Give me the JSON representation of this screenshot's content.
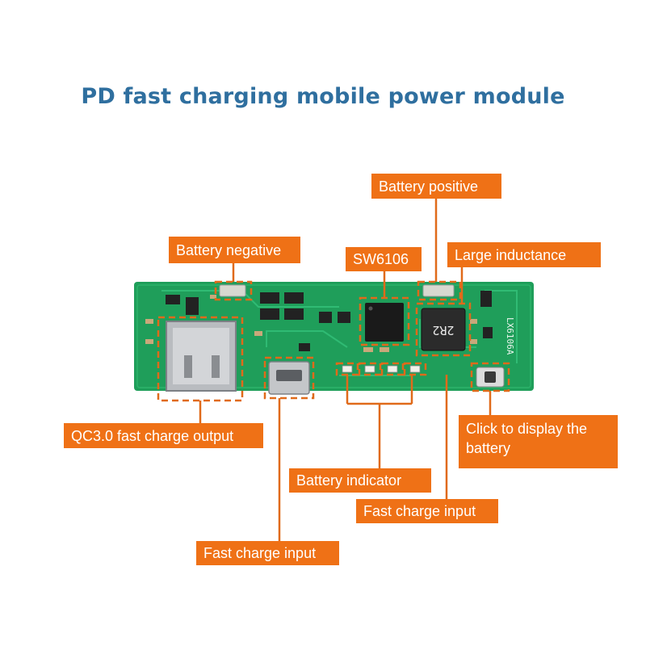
{
  "title": "PD fast charging mobile power module",
  "labels": {
    "battery_positive": "Battery positive",
    "battery_negative": "Battery negative",
    "chip": "SW6106",
    "large_inductance": "Large inductance",
    "qc_output": "QC3.0 fast charge output",
    "click_display": "Click to display the battery",
    "battery_indicator": "Battery indicator",
    "fast_charge_input_right": "Fast charge input",
    "fast_charge_input_left": "Fast charge input"
  },
  "board": {
    "inductor_marking": "2R2",
    "board_marking": "LX6106A"
  },
  "colors": {
    "title": "#2f6f9f",
    "callout": "#ef7116",
    "pcb": "#1f9e5a",
    "dashed": "#e06a1a"
  }
}
